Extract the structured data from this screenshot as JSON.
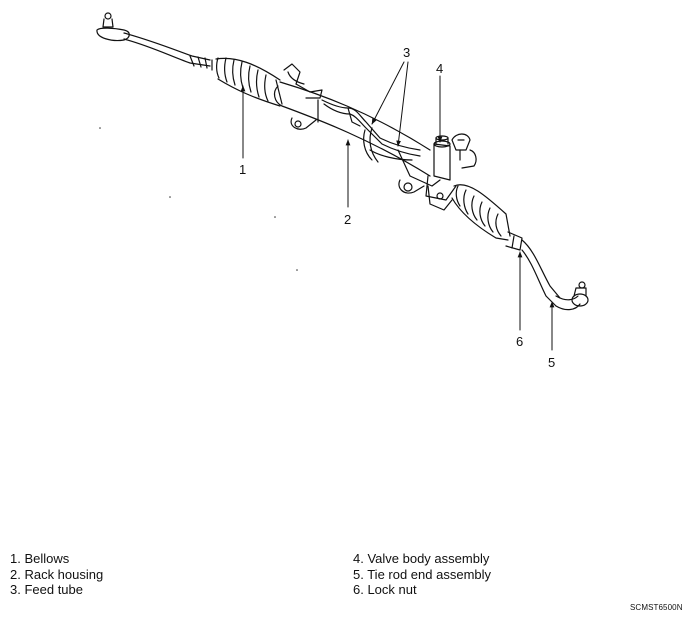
{
  "callouts": {
    "c1": "1",
    "c2": "2",
    "c3": "3",
    "c4": "4",
    "c5": "5",
    "c6": "6"
  },
  "legend": {
    "left": [
      "1. Bellows",
      "2. Rack housing",
      "3. Feed tube"
    ],
    "right": [
      "4. Valve body assembly",
      "5. Tie rod end assembly",
      "6. Lock nut"
    ]
  },
  "figure_code": "SCMST6500N"
}
